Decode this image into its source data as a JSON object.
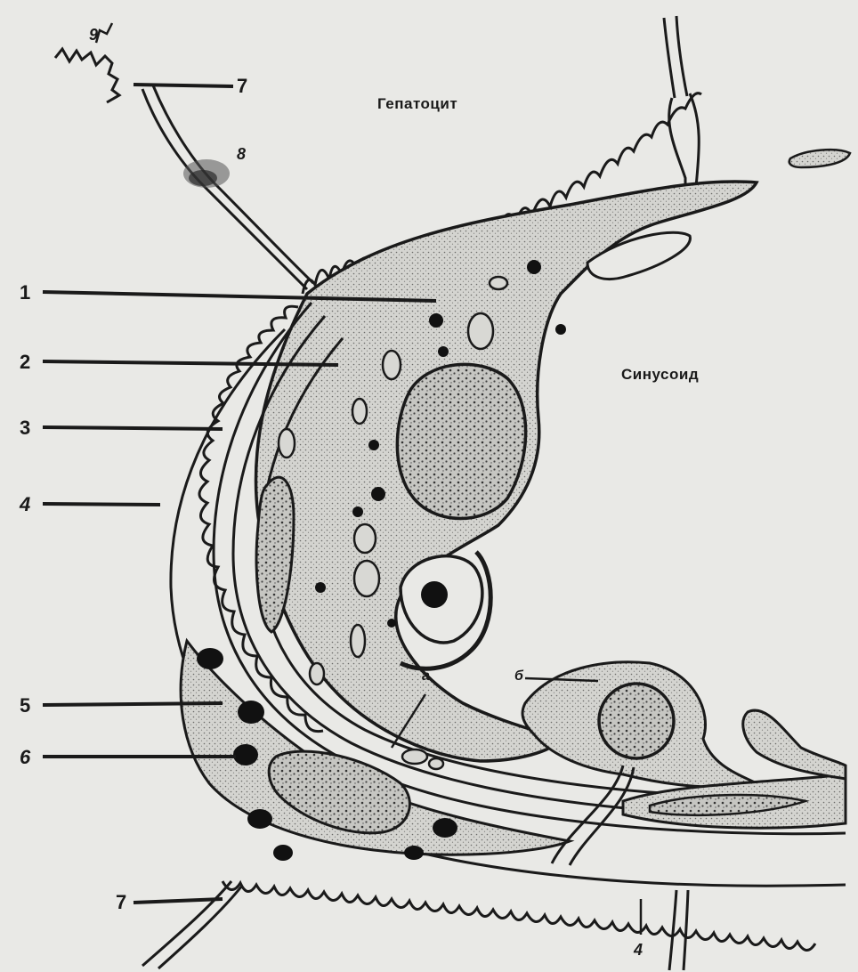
{
  "regions": {
    "hepatocyte": "Гепатоцит",
    "sinusoid": "Синусоид"
  },
  "labels": {
    "l1": "1",
    "l2": "2",
    "l3": "3",
    "l4": "4",
    "l5": "5",
    "l6": "6",
    "l7_top": "7",
    "l7_bottom": "7",
    "l8": "8",
    "l9": "9",
    "l4_bottom": "4",
    "la": "а",
    "lb": "б"
  },
  "colors": {
    "ink": "#1a1a1a",
    "paper": "#e9e9e6",
    "cytoplasm": "#cfcfcb"
  }
}
